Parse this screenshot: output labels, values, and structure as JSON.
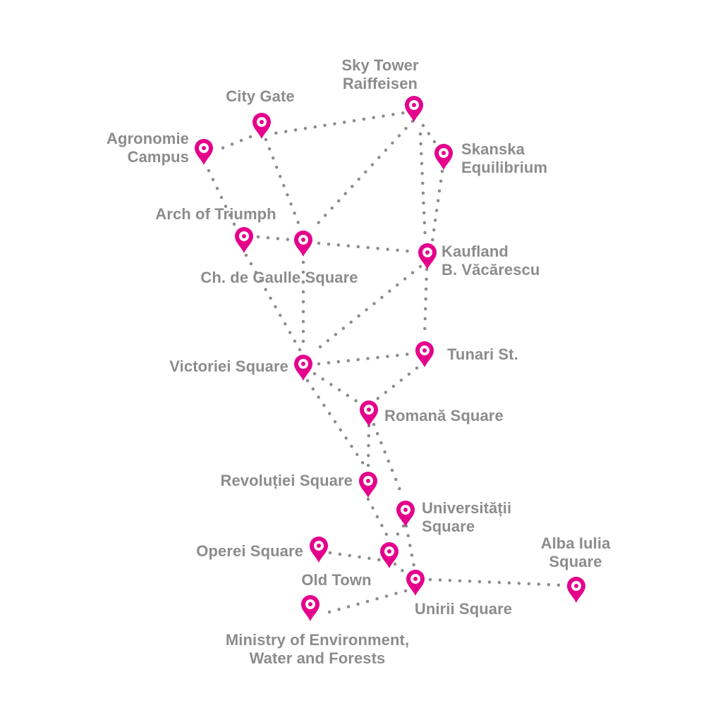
{
  "colors": {
    "pin": "#e5008c",
    "route": "#8c8c8c",
    "label": "#8c8c8c",
    "background": "#ffffff"
  },
  "icons": {
    "marker": "map-pin-icon"
  },
  "locations": {
    "sky_tower": [
      "Sky Tower",
      "Raiffeisen"
    ],
    "city_gate": [
      "City Gate"
    ],
    "agronomie": [
      "Agronomie",
      "Campus"
    ],
    "skanska": [
      "Skanska",
      "Equilibrium"
    ],
    "arch_triumph": [
      "Arch of Triumph"
    ],
    "de_gaulle": [
      "Ch. de Gaulle Square"
    ],
    "kaufland": [
      "Kaufland",
      "B. Văcărescu"
    ],
    "victoriei": [
      "Victoriei Square"
    ],
    "tunari": [
      "Tunari St."
    ],
    "romana": [
      "Romană Square"
    ],
    "revolutiei": [
      "Revoluției Square"
    ],
    "universitatii": [
      "Universității",
      "Square"
    ],
    "alba_iulia": [
      "Alba Iulia",
      "Square"
    ],
    "operei": [
      "Operei Square"
    ],
    "old_town": [
      "Old Town"
    ],
    "unirii": [
      "Unirii Square"
    ],
    "ministry": [
      "Ministry of Environment,",
      "Water and Forests"
    ]
  }
}
